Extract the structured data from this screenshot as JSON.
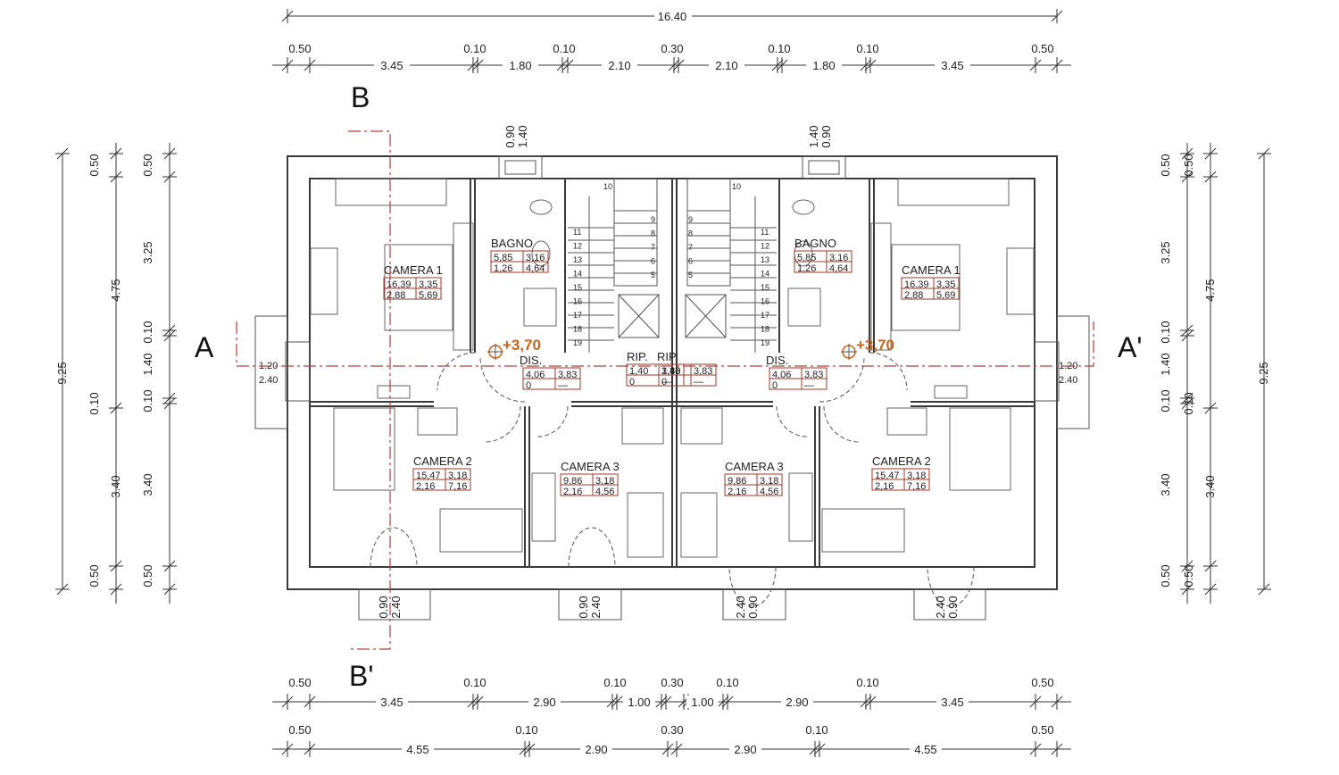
{
  "labels": {
    "section_a": "A",
    "section_a_prime": "A'",
    "section_b": "B",
    "section_b_prime": "B'",
    "level": "+3,70"
  },
  "dimensions": {
    "overall_width": "16.40",
    "top_row1": [
      "0.50",
      "0.10",
      "0.10",
      "0.30",
      "0.10",
      "0.10",
      "0.50"
    ],
    "top_row2": [
      "3.45",
      "1.80",
      "2.10",
      "2.10",
      "1.80",
      "3.45"
    ],
    "bottom_row1_small": [
      "0.50",
      "0.10",
      "0.10",
      "0.30",
      "0.10",
      "0.10",
      "0.50"
    ],
    "bottom_row1": [
      "3.45",
      "2.90",
      "1.00",
      "1.00",
      "2.90",
      "3.45"
    ],
    "bottom_row2_small": [
      "0.50",
      "0.10",
      "0.30",
      "0.10",
      "0.50"
    ],
    "bottom_row2": [
      "4.55",
      "2.90",
      "2.90",
      "4.55"
    ],
    "side_total": "9.25",
    "side_mid": [
      "4.75",
      "3.40"
    ],
    "side_small": [
      "0.50",
      "0.10",
      "0.10",
      "0.50"
    ],
    "side_inner": [
      "0.50",
      "3.25",
      "0.10",
      "1.40",
      "0.10",
      "3.40",
      "0.50"
    ],
    "chimney": [
      "0.90",
      "1.40"
    ],
    "balcony_side": [
      "1.20",
      "2.40"
    ],
    "balcony_bottom": [
      "0.90",
      "2.40"
    ]
  },
  "rooms": {
    "camera1": {
      "name": "CAMERA 1",
      "r1": [
        "16,39",
        "3,35"
      ],
      "r2": [
        "2,88",
        "5,69"
      ]
    },
    "bagno": {
      "name": "BAGNO",
      "r1": [
        "5,85",
        "3,16"
      ],
      "r2": [
        "1,26",
        "4,64"
      ]
    },
    "dis": {
      "name": "DIS.",
      "r1": [
        "4,06",
        "3,83"
      ],
      "r2": [
        "0",
        "—"
      ]
    },
    "rip": {
      "name": "RIP.",
      "r1": [
        "1,40",
        "3,83"
      ],
      "r2": [
        "0",
        "—"
      ]
    },
    "camera2": {
      "name": "CAMERA 2",
      "r1": [
        "15,47",
        "3,18"
      ],
      "r2": [
        "2,16",
        "7,16"
      ]
    },
    "camera3": {
      "name": "CAMERA 3",
      "r1": [
        "9,86",
        "3,18"
      ],
      "r2": [
        "2,16",
        "4,56"
      ]
    }
  },
  "stairs": {
    "left_col": [
      "11",
      "12",
      "13",
      "14",
      "15",
      "16",
      "17",
      "18",
      "19"
    ],
    "right_col": [
      "9",
      "8",
      "7",
      "6",
      "5"
    ],
    "top": "10"
  }
}
